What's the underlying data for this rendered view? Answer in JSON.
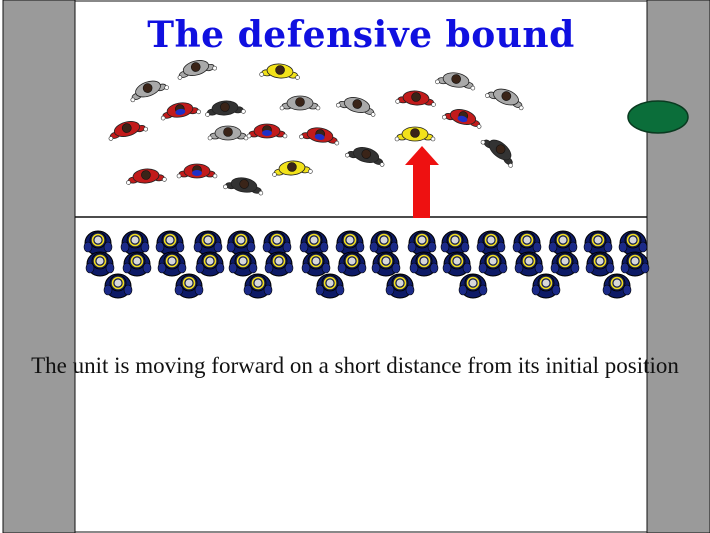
{
  "title": "The defensive bound",
  "caption": "The unit is moving forward on a short distance from its initial position",
  "colors": {
    "title": "#1010e0",
    "wall": "#9a9a9a",
    "arrow": "#ee1111",
    "bush": "#0b6e3a",
    "crowd_grey": "#a9a9a9",
    "crowd_red": "#c21b1b",
    "crowd_yellow": "#f2e21a",
    "crowd_dark": "#333333",
    "crowd_blue": "#1e2fc8",
    "police_navy": "#0d1a66",
    "police_visor": "#f0dc20"
  },
  "figures": {
    "crowd_icon": "protester-figure",
    "police_icon": "riot-police-officer",
    "direction_icon": "forward-arrow-icon",
    "obstacle_icon": "bush-icon"
  }
}
